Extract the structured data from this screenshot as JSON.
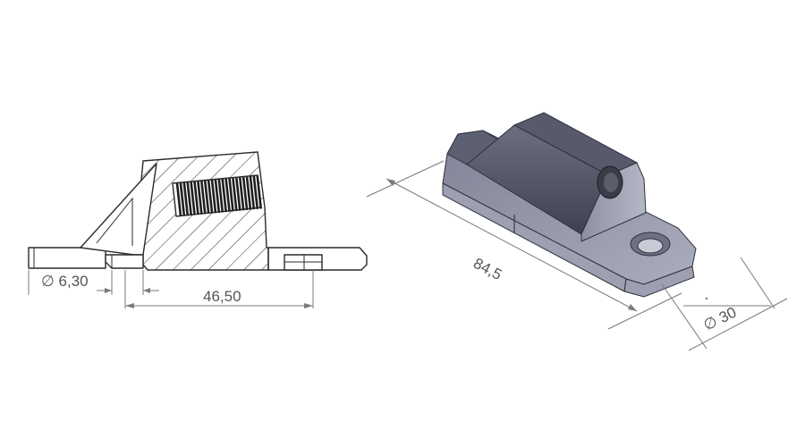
{
  "section_view": {
    "dim_hole": "∅ 6,30",
    "dim_length": "46,50"
  },
  "iso_view": {
    "dim_length": "84,5",
    "dim_width": "∅ 30"
  },
  "colors": {
    "line": "#2b2b2b",
    "dimension": "#7a7a7a",
    "part_dark": "#4a4d5c",
    "part_light": "#9ea2b2"
  }
}
